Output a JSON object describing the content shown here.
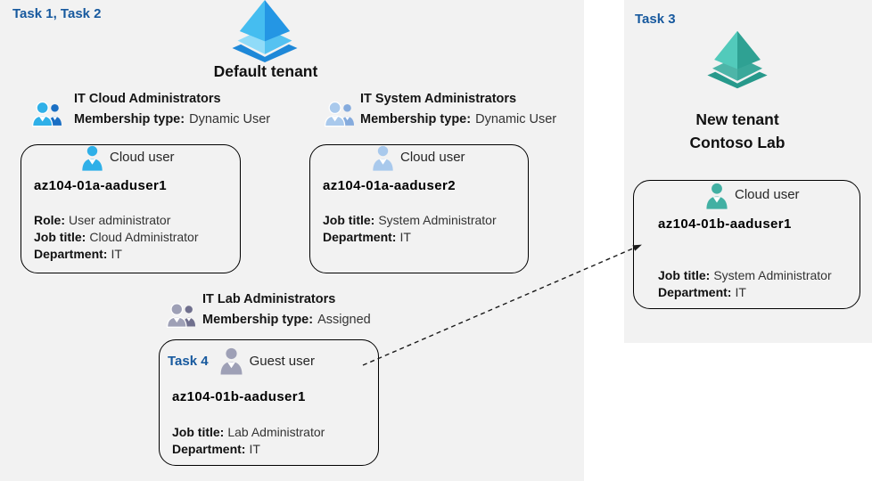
{
  "palette": {
    "panel_bg": "#f2f2f2",
    "task_label": "#17599e",
    "card_border": "#000000",
    "cloud_front": "#2fb0e8",
    "cloud_back": "#1a6fc4",
    "pale_front": "#a9c9ec",
    "pale_back": "#85abdd",
    "gray_front": "#9ea0b6",
    "gray_back": "#70708e",
    "teal_person": "#42b0a3",
    "aad_pyr_light": "#45bdf0",
    "aad_pyr_dark": "#2496e4",
    "aad_plate_left": "#90dbf8",
    "aad_plate_right": "#55c2f1",
    "aad_rim": "#1e88d8",
    "teal_pyr_light": "#52cabb",
    "teal_pyr_dark": "#2fa193",
    "teal_plate_left": "#4db5a8",
    "teal_plate_right": "#3aa89a",
    "teal_rim": "#27998b",
    "arrow_color": "#1a1a1a"
  },
  "icons": {
    "default_tenant": "azure-ad-tenant-icon",
    "new_tenant": "azure-ad-tenant-icon-teal",
    "group": "two-users-icon",
    "cloud_user": "person-icon",
    "guest_user": "person-icon-gray",
    "arrow": "dashed-arrow-right"
  },
  "left": {
    "task_label": "Task 1, Task 2",
    "tenant_name": "Default tenant",
    "groups": [
      {
        "name": "IT Cloud Administrators",
        "membership_label": "Membership type:",
        "membership_value": "Dynamic User"
      },
      {
        "name": "IT System Administrators",
        "membership_label": "Membership type:",
        "membership_value": "Dynamic User"
      },
      {
        "name": "IT Lab Administrators",
        "membership_label": "Membership type:",
        "membership_value": "Assigned"
      }
    ],
    "cards": [
      {
        "user_type": "Cloud user",
        "username": "az104-01a-aaduser1",
        "fields": [
          {
            "label": "Role:",
            "value": "User administrator"
          },
          {
            "label": "Job title:",
            "value": "Cloud Administrator"
          },
          {
            "label": "Department:",
            "value": "IT"
          }
        ]
      },
      {
        "user_type": "Cloud user",
        "username": "az104-01a-aaduser2",
        "fields": [
          {
            "label": "Job title:",
            "value": "System Administrator"
          },
          {
            "label": "Department:",
            "value": "IT"
          }
        ]
      },
      {
        "task_label": "Task 4",
        "user_type": "Guest user",
        "username": "az104-01b-aaduser1",
        "fields": [
          {
            "label": "Job title:",
            "value": "Lab Administrator"
          },
          {
            "label": "Department:",
            "value": "IT"
          }
        ]
      }
    ]
  },
  "right": {
    "task_label": "Task 3",
    "tenant_name_line1": "New tenant",
    "tenant_name_line2": "Contoso Lab",
    "card": {
      "user_type": "Cloud user",
      "username": "az104-01b-aaduser1",
      "fields": [
        {
          "label": "Job title:",
          "value": "System Administrator"
        },
        {
          "label": "Department:",
          "value": "IT"
        }
      ]
    }
  }
}
